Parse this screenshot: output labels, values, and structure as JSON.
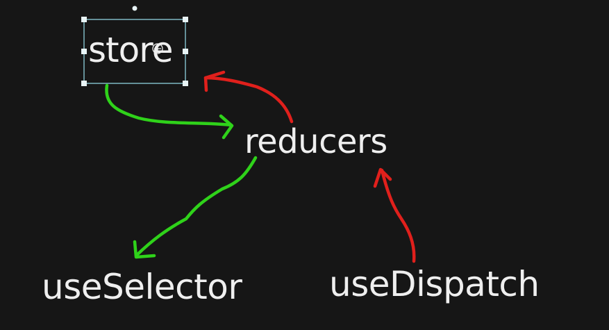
{
  "nodes": {
    "store": "store",
    "reducers": "reducers",
    "useSelector": "useSelector",
    "useDispatch": "useDispatch"
  },
  "colors": {
    "background": "#161616",
    "text": "#efefef",
    "green_arrow": "#2fd21a",
    "red_arrow": "#e0201c",
    "selection": "#7fb9c4"
  }
}
